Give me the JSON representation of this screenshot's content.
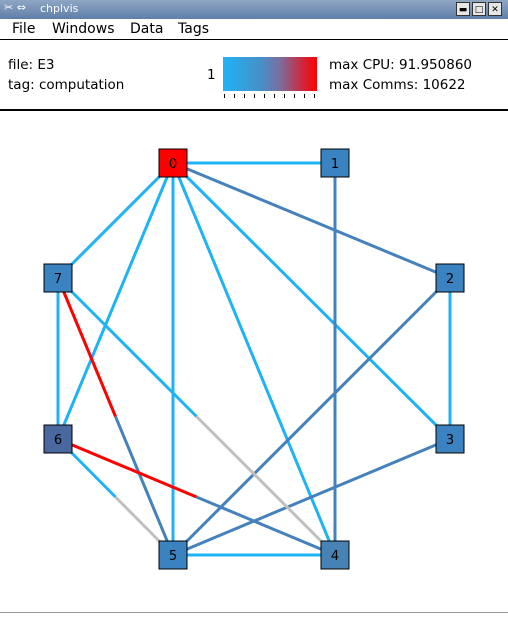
{
  "window": {
    "title": "chplvis",
    "buttons": {
      "minimize": "▬",
      "maximize": "□",
      "close": "✕"
    }
  },
  "menubar": {
    "items": [
      "File",
      "Windows",
      "Data",
      "Tags"
    ]
  },
  "info": {
    "file": "file: E3",
    "tag": "tag: computation",
    "scale_min": "1",
    "max_cpu": "max CPU: 91.950860",
    "max_comms": "max Comms: 10622"
  },
  "colors": {
    "low": "#1fb3f6",
    "mid": "#4582bd",
    "high": "#ff0000",
    "gray": "#c0c0c0",
    "node_steel": "#3b82c0",
    "node_slate": "#4a68a0"
  },
  "graph": {
    "nodes": [
      {
        "id": "0",
        "color": "#ff0000"
      },
      {
        "id": "1",
        "color": "#3b82c0"
      },
      {
        "id": "2",
        "color": "#3b82c0"
      },
      {
        "id": "3",
        "color": "#3b82c0"
      },
      {
        "id": "4",
        "color": "#4682b4"
      },
      {
        "id": "5",
        "color": "#3b82c0"
      },
      {
        "id": "6",
        "color": "#4a68a0"
      },
      {
        "id": "7",
        "color": "#3b82c0"
      }
    ],
    "edges": [
      {
        "from": "0",
        "to": "1",
        "colors": [
          "#1fb3f6"
        ]
      },
      {
        "from": "0",
        "to": "2",
        "colors": [
          "#4582bd"
        ]
      },
      {
        "from": "0",
        "to": "3",
        "colors": [
          "#1fb3f6"
        ]
      },
      {
        "from": "0",
        "to": "4",
        "colors": [
          "#1fb3f6"
        ]
      },
      {
        "from": "0",
        "to": "5",
        "colors": [
          "#1fb3f6"
        ]
      },
      {
        "from": "0",
        "to": "6",
        "colors": [
          "#1fb3f6"
        ]
      },
      {
        "from": "0",
        "to": "7",
        "colors": [
          "#1fb3f6"
        ]
      },
      {
        "from": "1",
        "to": "4",
        "colors": [
          "#4582bd"
        ]
      },
      {
        "from": "2",
        "to": "3",
        "colors": [
          "#1fb3f6"
        ]
      },
      {
        "from": "2",
        "to": "5",
        "colors": [
          "#4582bd"
        ]
      },
      {
        "from": "3",
        "to": "5",
        "colors": [
          "#4582bd"
        ]
      },
      {
        "from": "4",
        "to": "5",
        "colors": [
          "#1fb3f6"
        ]
      },
      {
        "from": "7",
        "to": "6",
        "colors": [
          "#1fb3f6"
        ]
      },
      {
        "from": "7",
        "to": "5",
        "colors": [
          "#ff0000",
          "#4582bd"
        ]
      },
      {
        "from": "7",
        "to": "4",
        "colors": [
          "#1fb3f6",
          "#c0c0c0"
        ]
      },
      {
        "from": "6",
        "to": "4",
        "colors": [
          "#ff0000",
          "#4582bd"
        ]
      },
      {
        "from": "6",
        "to": "5",
        "colors": [
          "#1fb3f6",
          "#c0c0c0"
        ]
      }
    ]
  }
}
